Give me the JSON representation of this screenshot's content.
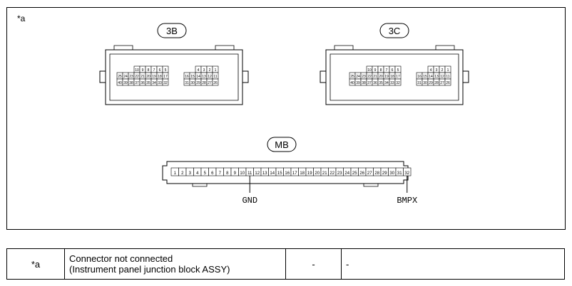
{
  "figure": {
    "marker": "*a",
    "connectors": [
      {
        "id": "3B",
        "row1_left": [
          "10",
          "9",
          "8",
          "7",
          "6",
          "5"
        ],
        "row2_left": [
          "25",
          "24",
          "23",
          "22",
          "21",
          "20",
          "19",
          "18",
          "17"
        ],
        "row3_left": [
          "40",
          "39",
          "38",
          "37",
          "36",
          "35",
          "34",
          "33",
          "32"
        ],
        "row1_right": [
          "4",
          "3",
          "2",
          "1"
        ],
        "row2_right": [
          "16",
          "15",
          "14",
          "13",
          "12",
          "11"
        ],
        "row3_right": [
          "31",
          "30",
          "29",
          "28",
          "27",
          "26"
        ]
      },
      {
        "id": "3C",
        "row1_left": [
          "10",
          "9",
          "8",
          "7",
          "6",
          "5"
        ],
        "row2_left": [
          "25",
          "24",
          "23",
          "22",
          "21",
          "20",
          "19",
          "18",
          "17"
        ],
        "row3_left": [
          "40",
          "39",
          "38",
          "37",
          "36",
          "35",
          "34",
          "33",
          "32"
        ],
        "row1_right": [
          "4",
          "3",
          "2",
          "1"
        ],
        "row2_right": [
          "16",
          "15",
          "14",
          "13",
          "12",
          "11"
        ],
        "row3_right": [
          "31",
          "30",
          "29",
          "28",
          "27",
          "26"
        ]
      }
    ],
    "mb": {
      "id": "MB",
      "pins": [
        "1",
        "2",
        "3",
        "4",
        "5",
        "6",
        "7",
        "8",
        "9",
        "10",
        "11",
        "12",
        "13",
        "14",
        "15",
        "16",
        "17",
        "18",
        "19",
        "20",
        "21",
        "22",
        "23",
        "24",
        "25",
        "26",
        "27",
        "28",
        "29",
        "30",
        "31",
        "32"
      ],
      "callouts": [
        {
          "pin": 11,
          "label": "GND"
        },
        {
          "pin": 32,
          "label": "BMPX"
        }
      ]
    }
  },
  "legend": {
    "rows": [
      {
        "marker": "*a",
        "line1": "Connector not connected",
        "line2": "(Instrument panel junction block ASSY)",
        "col3": "-",
        "col4": "-"
      }
    ]
  }
}
